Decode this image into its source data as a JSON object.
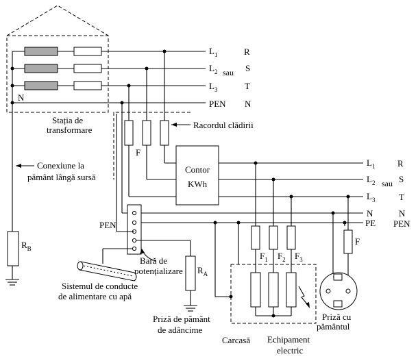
{
  "source_labels": {
    "l1": "L",
    "l1_sub": "1",
    "r": "R",
    "l2": "L",
    "l2_sub": "2",
    "sau": "sau",
    "s": "S",
    "l3": "L",
    "l3_sub": "3",
    "t": "T",
    "n": "N",
    "pen": "PEN",
    "n_right": "N"
  },
  "station": {
    "line1": "Stația de",
    "line2": "transformare"
  },
  "service_entry": "Racordul clădirii",
  "fuse_f": "F",
  "meter": {
    "line1": "Contor",
    "line2": "KWh"
  },
  "earth_source": {
    "line1": "Conexiune la",
    "line2": "pământ lângă sursă"
  },
  "rb": {
    "main": "R",
    "sub": "B"
  },
  "ra": {
    "main": "R",
    "sub": "A"
  },
  "pen_bar": "PEN",
  "bar": {
    "line1": "Bară de",
    "line2": "potențializare"
  },
  "water": {
    "line1": "Sistemul de conducte",
    "line2": "de alimentare cu apă"
  },
  "earth_deep": {
    "line1": "Priză de pământ",
    "line2": "de adâncime"
  },
  "building_labels": {
    "l1": "L",
    "l1_sub": "1",
    "r": "R",
    "l2": "L",
    "l2_sub": "2",
    "sau": "sau",
    "s": "S",
    "l3": "L",
    "l3_sub": "3",
    "t": "T",
    "n": "N",
    "n_right": "N",
    "pe": "PE",
    "pen_right": "PEN"
  },
  "fuses_eq": {
    "f": "F",
    "s1": "1",
    "s2": "2",
    "s3": "3"
  },
  "socket_fuse": "F",
  "socket": {
    "line1": "Priză cu",
    "line2": "pământul"
  },
  "housing": "Carcasă",
  "equipment": {
    "line1": "Echipament",
    "line2": "electric"
  }
}
